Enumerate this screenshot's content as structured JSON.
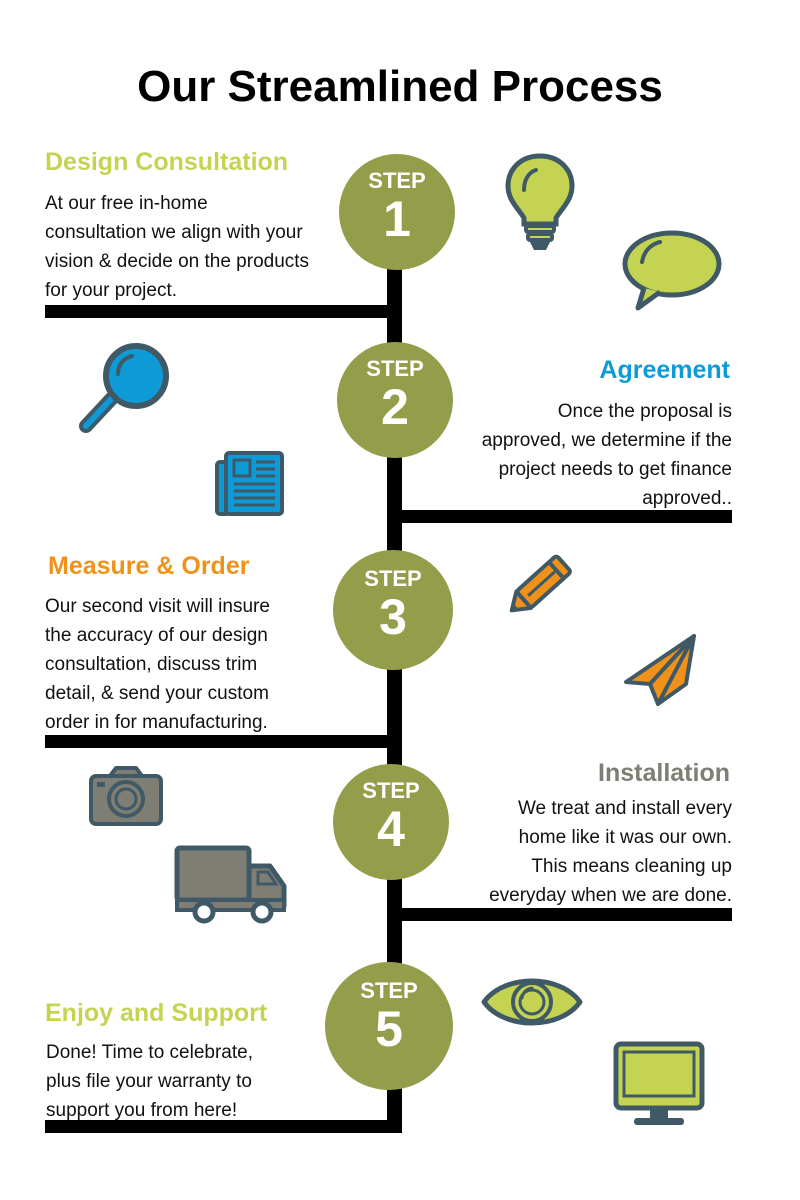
{
  "title": "Our Streamlined Process",
  "step_label": "STEP",
  "colors": {
    "circle": "#949e4a",
    "lime": "#c4d452",
    "blue": "#0e9ad6",
    "orange": "#f0921a",
    "gray": "#7e7e74",
    "outline": "#3f5a66"
  },
  "steps": [
    {
      "number": "1",
      "heading": "Design Consultation",
      "heading_color": "#c4d452",
      "text": [
        "At  our free in-home",
        "consultation we align with your",
        "vision & decide on the products",
        "for your project."
      ],
      "icons": [
        "lightbulb-icon",
        "speech-bubble-icon"
      ]
    },
    {
      "number": "2",
      "heading": "Agreement",
      "heading_color": "#0e9ad6",
      "text": [
        "Once the proposal is",
        "approved, we determine if the",
        "project needs to get finance",
        "approved.."
      ],
      "icons": [
        "magnifier-icon",
        "newspaper-icon"
      ]
    },
    {
      "number": "3",
      "heading": "Measure & Order",
      "heading_color": "#f0921a",
      "text": [
        "Our second visit will insure",
        "the accuracy of our design",
        "consultation, discuss trim",
        "detail, & send your custom",
        "order in for manufacturing."
      ],
      "icons": [
        "pencil-icon",
        "paper-plane-icon"
      ]
    },
    {
      "number": "4",
      "heading": "Installation",
      "heading_color": "#7e7e74",
      "text": [
        "We treat and install every",
        "home like it was our own.",
        "This means cleaning up",
        "everyday when we are done."
      ],
      "icons": [
        "camera-icon",
        "truck-icon"
      ]
    },
    {
      "number": "5",
      "heading": "Enjoy and Support",
      "heading_color": "#c4d452",
      "text": [
        "Done! Time to celebrate,",
        "plus file your warranty to",
        "support you from here!"
      ],
      "icons": [
        "eye-icon",
        "monitor-icon"
      ]
    }
  ]
}
